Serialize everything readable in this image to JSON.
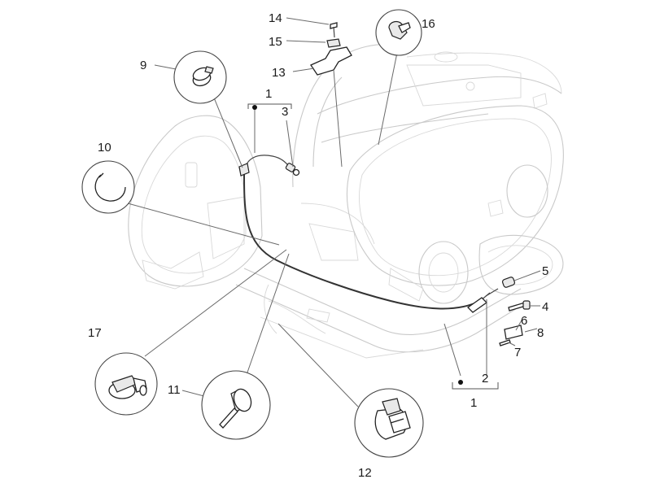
{
  "diagram": {
    "labels": {
      "l1_top": "1",
      "l1_bottom": "1",
      "l2": "2",
      "l3": "3",
      "l4": "4",
      "l5": "5",
      "l6": "6",
      "l7": "7",
      "l8": "8",
      "l9": "9",
      "l10": "10",
      "l11": "11",
      "l12": "12",
      "l13": "13",
      "l14": "14",
      "l15": "15",
      "l16": "16",
      "l17": "17"
    }
  }
}
